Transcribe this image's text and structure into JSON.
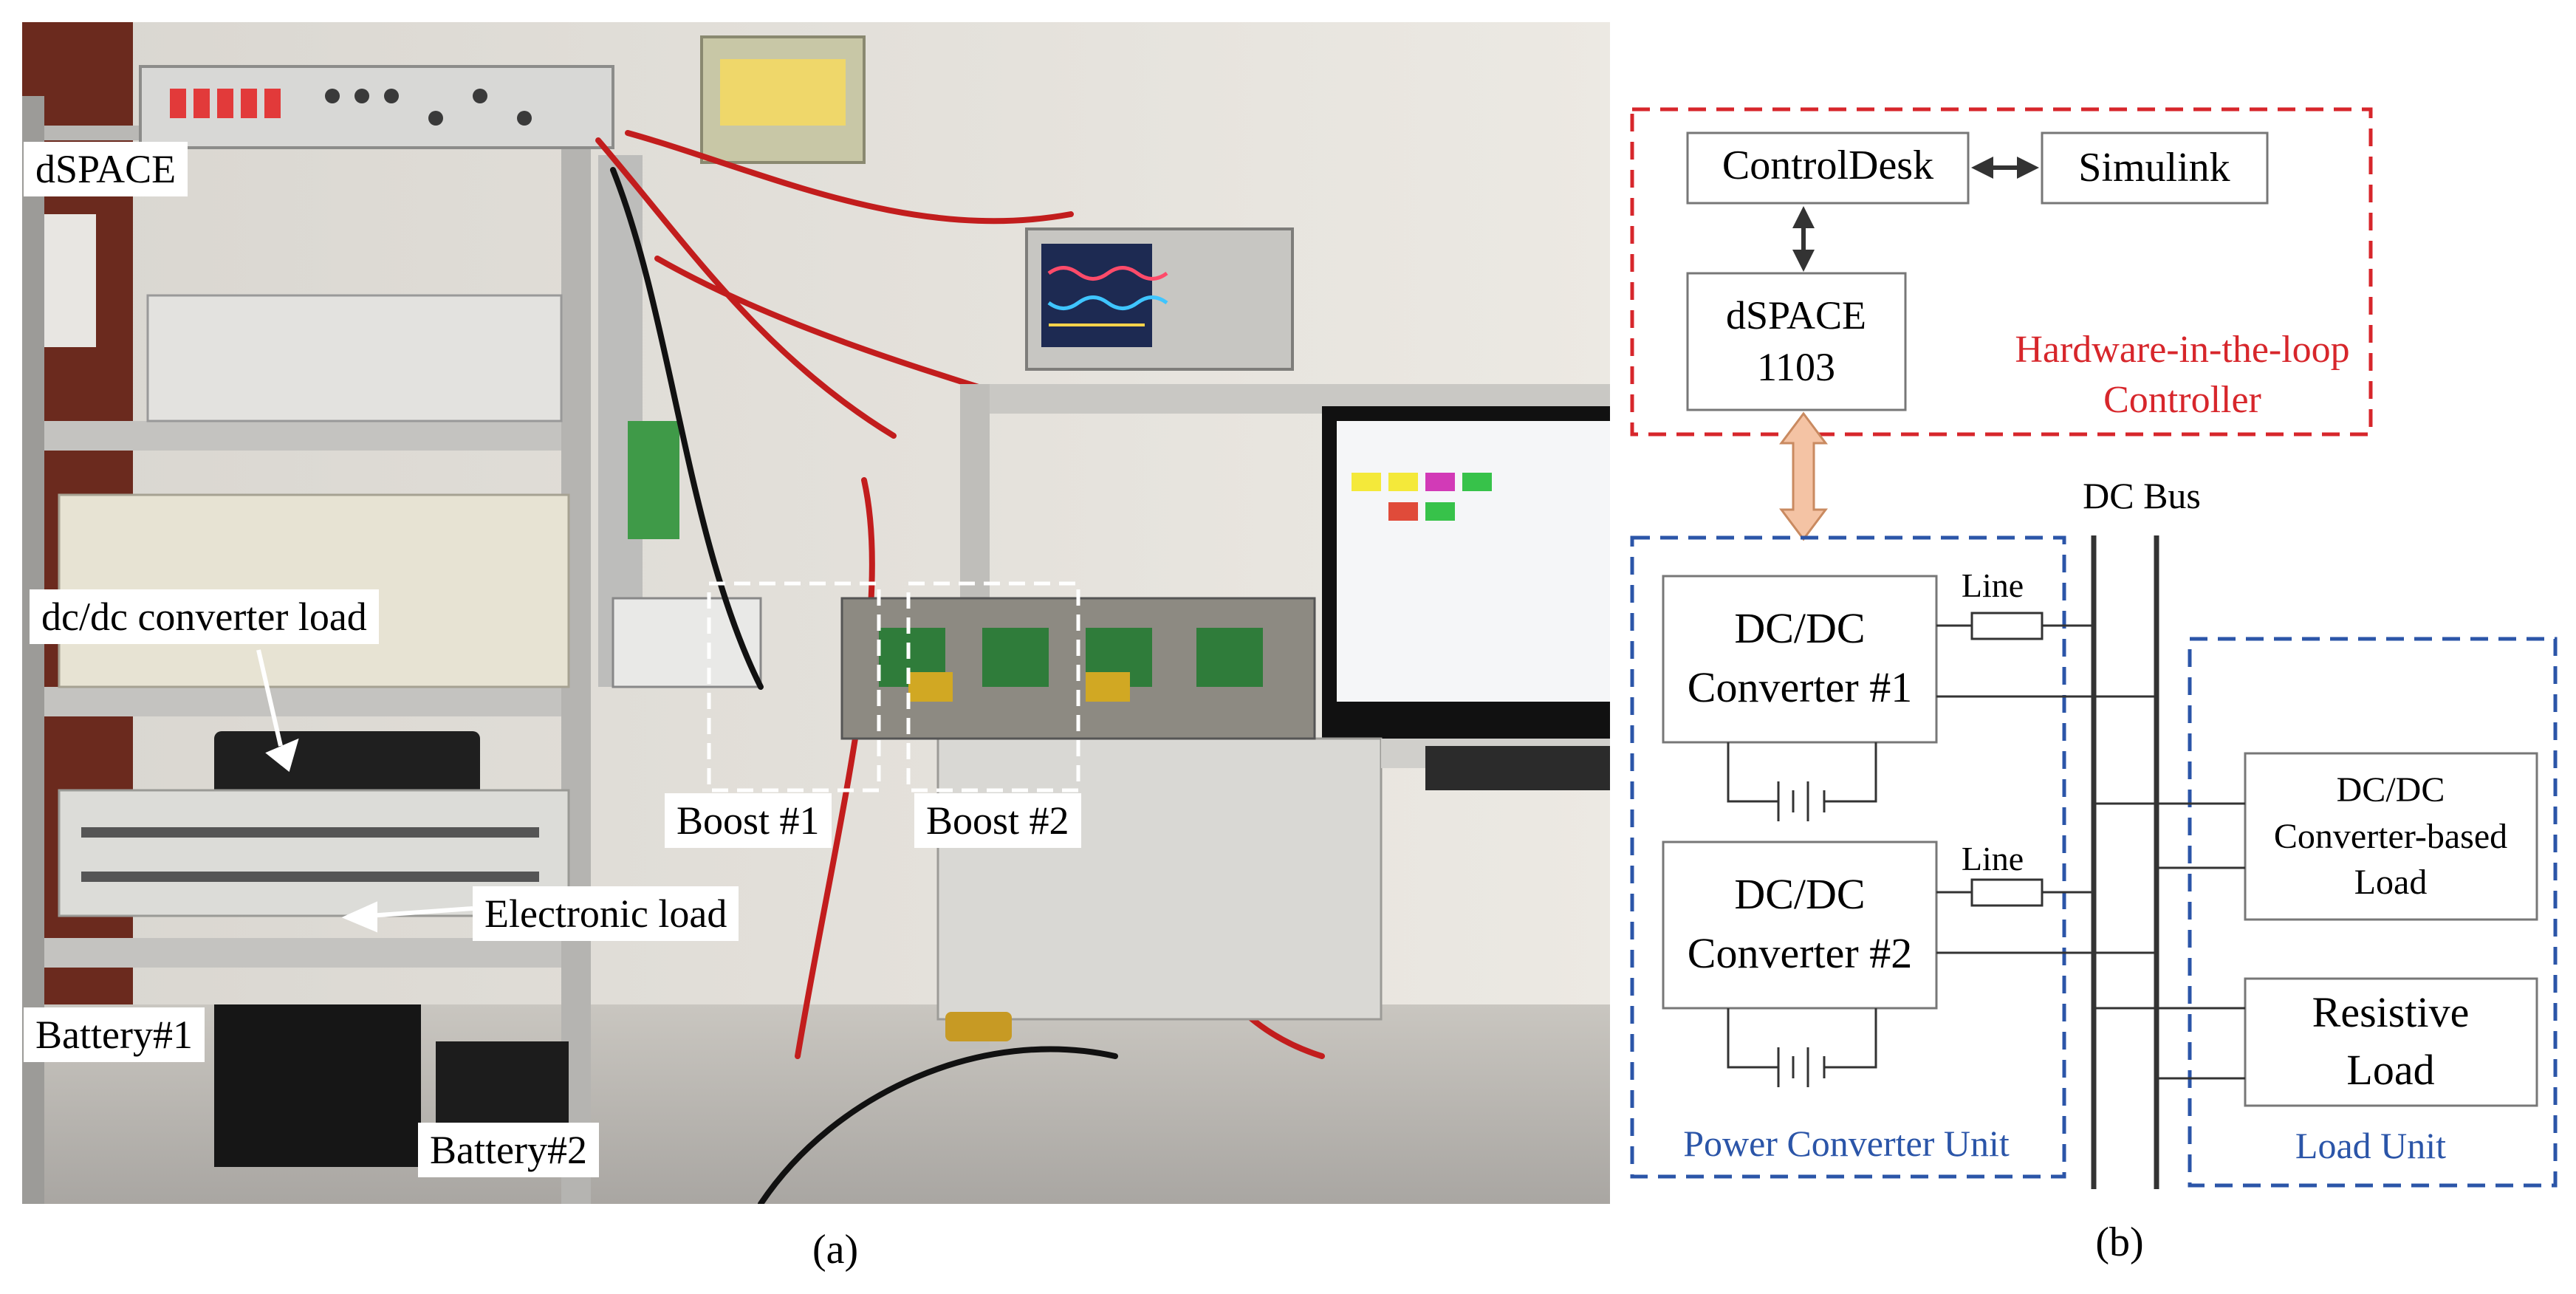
{
  "photo": {
    "caption": "(a)",
    "labels": {
      "dspace": "dSPACE",
      "dcdc_load": "dc/dc converter load",
      "electronic_load": "Electronic load",
      "battery1": "Battery#1",
      "battery2": "Battery#2",
      "boost1": "Boost #1",
      "boost2": "Boost #2"
    }
  },
  "diagram": {
    "caption": "(b)",
    "controldesk": "ControlDesk",
    "simulink": "Simulink",
    "dspace_line1": "dSPACE",
    "dspace_line2": "1103",
    "hil_line1": "Hardware-in-the-loop",
    "hil_line2": "Controller",
    "dc_bus": "DC Bus",
    "line_label": "Line",
    "conv1_line1": "DC/DC",
    "conv1_line2": "Converter #1",
    "conv2_line1": "DC/DC",
    "conv2_line2": "Converter #2",
    "power_unit": "Power Converter Unit",
    "dcload_line1": "DC/DC",
    "dcload_line2": "Converter-based",
    "dcload_line3": "Load",
    "resistive_line1": "Resistive",
    "resistive_line2": "Load",
    "load_unit": "Load Unit",
    "colors": {
      "red": "#d7262b",
      "blue": "#2b55a8",
      "arrow_fill": "#f4c3a4",
      "arrow_stroke": "#c98a60"
    }
  }
}
